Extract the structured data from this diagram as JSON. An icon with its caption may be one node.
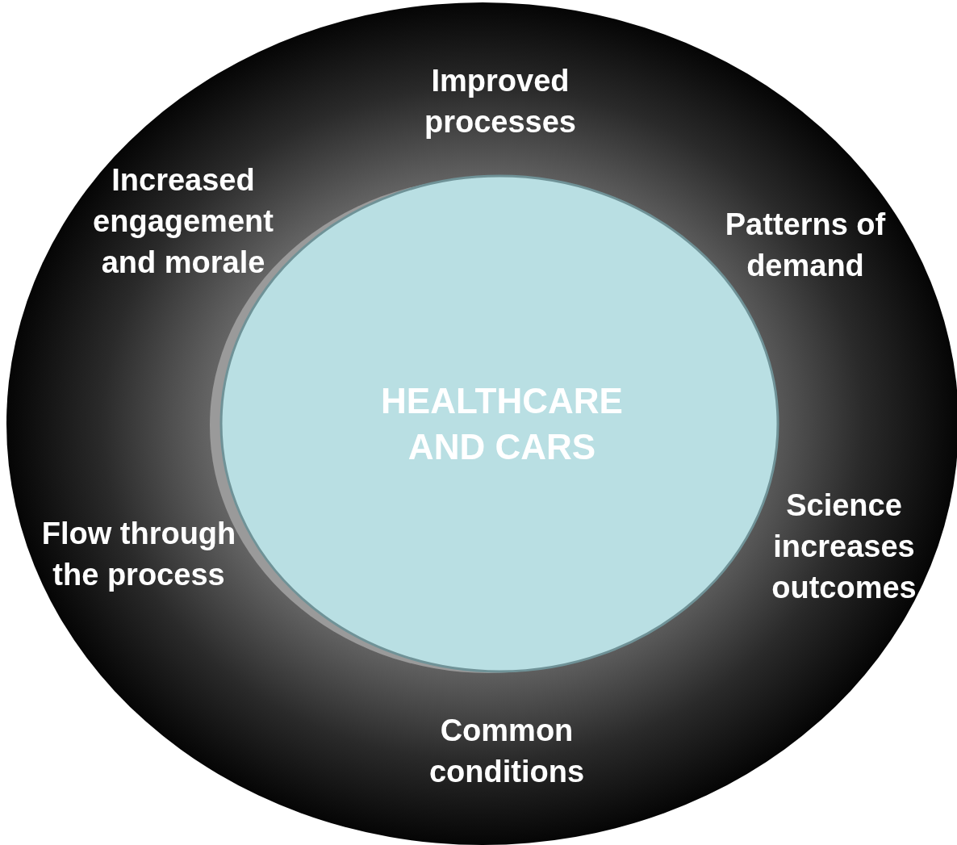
{
  "diagram": {
    "nodes": [
      {
        "text": [
          "Improved processes",
          "Increased engagement and morale",
          "Patterns of demand",
          "Flow through the process",
          "Science increases outcomes",
          "Common conditions"
        ]
      },
      {
        "text": [
          "HEALTHCARE AND CARS"
        ],
        "in": 0
      }
    ]
  }
}
